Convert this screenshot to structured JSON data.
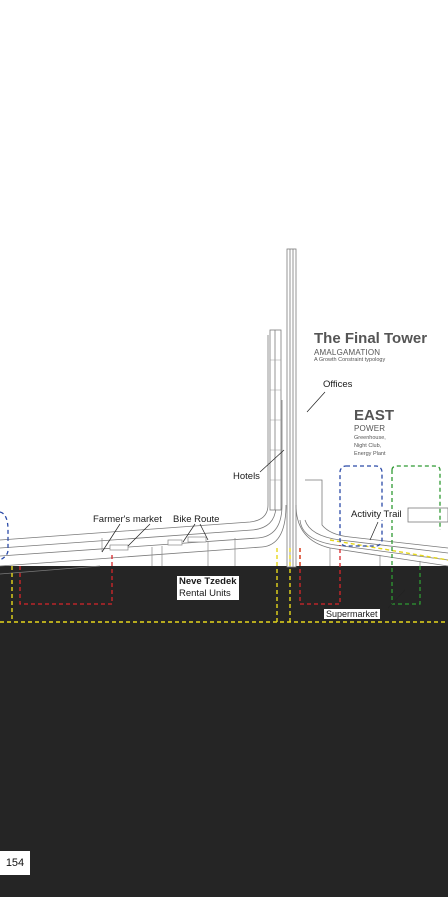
{
  "title": "The Final Tower",
  "subtitle": "AMALGAMATION",
  "caption": "A Growth Constraint typology",
  "east": {
    "heading": "EAST",
    "sub": "POWER",
    "lines": [
      "Greenhouse,",
      "Night Club,",
      "Energy Plant"
    ]
  },
  "labels": {
    "offices": "Offices",
    "hotels": "Hotels",
    "farmers_market": "Farmer's market",
    "bike_route": "Bike Route",
    "activity_trail": "Activity Trail",
    "neve_tzedek": "Neve Tzedek",
    "rental_units": "Rental Units",
    "supermarket": "Supermarket"
  },
  "page_number": "154",
  "colors": {
    "ground": "#252525",
    "line": "#7a7a7a",
    "yellow": "#e6d71c",
    "red": "#d7262a",
    "blue": "#2b4aa8",
    "green": "#2f9a33"
  }
}
